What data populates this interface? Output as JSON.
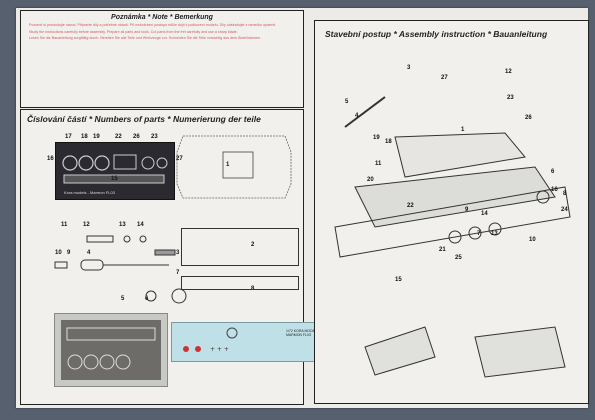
{
  "instructions_heading": "Poznámka * Note * Bemerkung",
  "instructions_cs": "Pozorně si prostudujte návod. Připravte díly a potřebné nářadí. Při nedodržení postupu může dojít k poškození modelu. Díly odstraňujte z rámečku opatrně.",
  "instructions_en": "Study the instructions carefully before assembly. Prepare all parts and tools. Cut parts from the fret carefully and use a sharp blade.",
  "instructions_de": "Lesen Sie die Bauanleitung sorgfältig durch. Bereiten Sie alle Teile und Werkzeuge vor. Schneiden Sie die Teile vorsichtig aus dem Ätzteilrahmen.",
  "parts_heading": "Číslování částí * Numbers of parts * Numerierung der teile",
  "assembly_heading": "Stavební postup * Assembly instruction * Bauanleitung",
  "pe_fret_label": "Kora models - Marmon FL03",
  "decal_label": "1/72 KORA MODELS MARMON FL03",
  "part_numbers_fret": [
    "17",
    "18",
    "19",
    "22",
    "26",
    "23",
    "16",
    "27",
    "15"
  ],
  "part_numbers_small": [
    "11",
    "12",
    "13",
    "14",
    "10",
    "9",
    "4",
    "3",
    "7",
    "5",
    "6",
    "8",
    "2",
    "1"
  ],
  "assembly_numbers": [
    "3",
    "27",
    "5",
    "4",
    "12",
    "23",
    "26",
    "1",
    "19",
    "18",
    "20",
    "11",
    "22",
    "9",
    "14",
    "7",
    "13",
    "10",
    "21",
    "25",
    "6",
    "24",
    "8",
    "16",
    "15"
  ]
}
